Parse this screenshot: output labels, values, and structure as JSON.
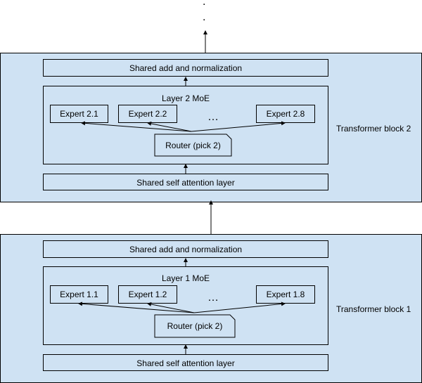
{
  "top_dots": [
    ".",
    "."
  ],
  "blocks": [
    {
      "label": "Transformer block 2",
      "add_norm": "Shared add and normalization",
      "moe_title": "Layer 2 MoE",
      "experts": [
        "Expert 2.1",
        "Expert 2.2",
        "Expert 2.8"
      ],
      "ellipsis": "…",
      "router": "Router (pick 2)",
      "self_attention": "Shared self attention layer"
    },
    {
      "label": "Transformer block 1",
      "add_norm": "Shared add and normalization",
      "moe_title": "Layer 1 MoE",
      "experts": [
        "Expert 1.1",
        "Expert 1.2",
        "Expert 1.8"
      ],
      "ellipsis": "…",
      "router": "Router (pick 2)",
      "self_attention": "Shared self attention layer"
    }
  ]
}
